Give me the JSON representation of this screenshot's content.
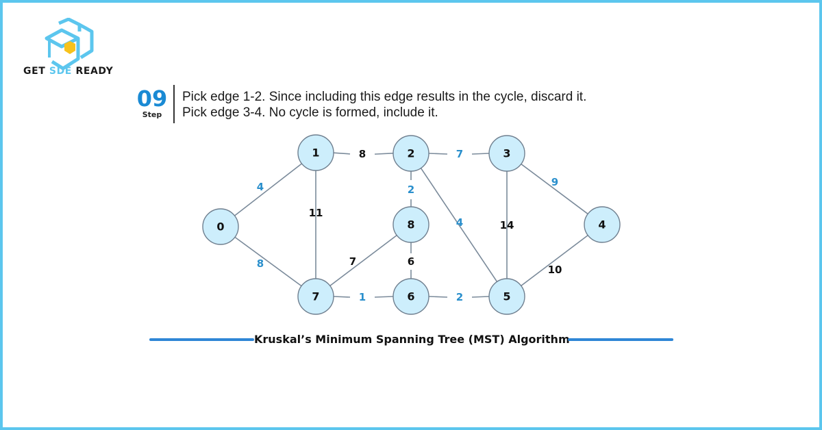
{
  "brand": {
    "logo_icon": "graduation-cap-hexagon-icon",
    "name_part1": "GET ",
    "name_accent": "SDE",
    "name_part2": " READY",
    "accent_color": "#5cc6ee"
  },
  "step": {
    "number": "09",
    "label": "Step",
    "lines": [
      "Pick edge 1-2. Since including this edge results in the cycle, discard it.",
      "Pick edge 3-4. No cycle is formed, include it."
    ]
  },
  "graph": {
    "nodes": [
      "0",
      "1",
      "2",
      "3",
      "4",
      "5",
      "6",
      "7",
      "8"
    ],
    "edges": [
      {
        "from": "0",
        "to": "1",
        "weight": "4",
        "highlight": true
      },
      {
        "from": "0",
        "to": "7",
        "weight": "8",
        "highlight": true
      },
      {
        "from": "1",
        "to": "2",
        "weight": "8",
        "highlight": false
      },
      {
        "from": "1",
        "to": "7",
        "weight": "11",
        "highlight": false
      },
      {
        "from": "2",
        "to": "3",
        "weight": "7",
        "highlight": true
      },
      {
        "from": "2",
        "to": "8",
        "weight": "2",
        "highlight": true
      },
      {
        "from": "2",
        "to": "5",
        "weight": "4",
        "highlight": true
      },
      {
        "from": "3",
        "to": "4",
        "weight": "9",
        "highlight": true
      },
      {
        "from": "3",
        "to": "5",
        "weight": "14",
        "highlight": false
      },
      {
        "from": "4",
        "to": "5",
        "weight": "10",
        "highlight": false
      },
      {
        "from": "5",
        "to": "6",
        "weight": "2",
        "highlight": true
      },
      {
        "from": "6",
        "to": "7",
        "weight": "1",
        "highlight": true
      },
      {
        "from": "6",
        "to": "8",
        "weight": "6",
        "highlight": false
      },
      {
        "from": "7",
        "to": "8",
        "weight": "7",
        "highlight": false
      }
    ],
    "colors": {
      "highlight_weight": "#2a8fcc",
      "normal_weight": "#111111",
      "node_fill": "#cdeefc"
    }
  },
  "caption": "Kruskal’s Minimum Spanning Tree (MST) Algorithm"
}
